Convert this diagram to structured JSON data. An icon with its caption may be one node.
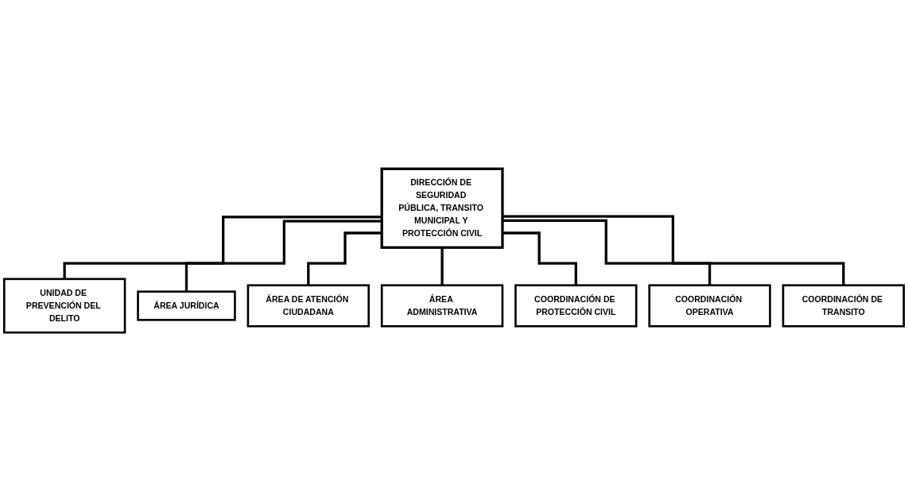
{
  "diagram": {
    "nodes": [
      {
        "text": [
          "DIRECCIÓN DE SEGURIDAD PÚBLICA, TRANSITO MUNICIPAL Y PROTECCIÓN CIVIL"
        ]
      },
      {
        "text": [
          "UNIDAD DE PREVENCIÓN DEL DELITO"
        ]
      },
      {
        "text": [
          "ÁREA JURÍDICA"
        ]
      },
      {
        "text": [
          "ÁREA DE ATENCIÓN CIUDADANA"
        ]
      },
      {
        "text": [
          "ÁREA ADMINISTRATIVA"
        ]
      },
      {
        "text": [
          "COORDINACIÓN DE PROTECCIÓN CIVIL"
        ]
      },
      {
        "text": [
          "COORDINACIÓN OPERATIVA"
        ]
      },
      {
        "text": [
          "COORDINACIÓN DE TRANSITO"
        ]
      }
    ],
    "edges": [
      {
        "from": 0,
        "to": 1,
        "arrow": "none"
      },
      {
        "from": 0,
        "to": 2,
        "arrow": "none"
      },
      {
        "from": 0,
        "to": 3,
        "arrow": "none"
      },
      {
        "from": 0,
        "to": 4,
        "arrow": "none"
      },
      {
        "from": 0,
        "to": 5,
        "arrow": "none"
      },
      {
        "from": 0,
        "to": 6,
        "arrow": "none"
      },
      {
        "from": 0,
        "to": 7,
        "arrow": "none"
      }
    ]
  }
}
